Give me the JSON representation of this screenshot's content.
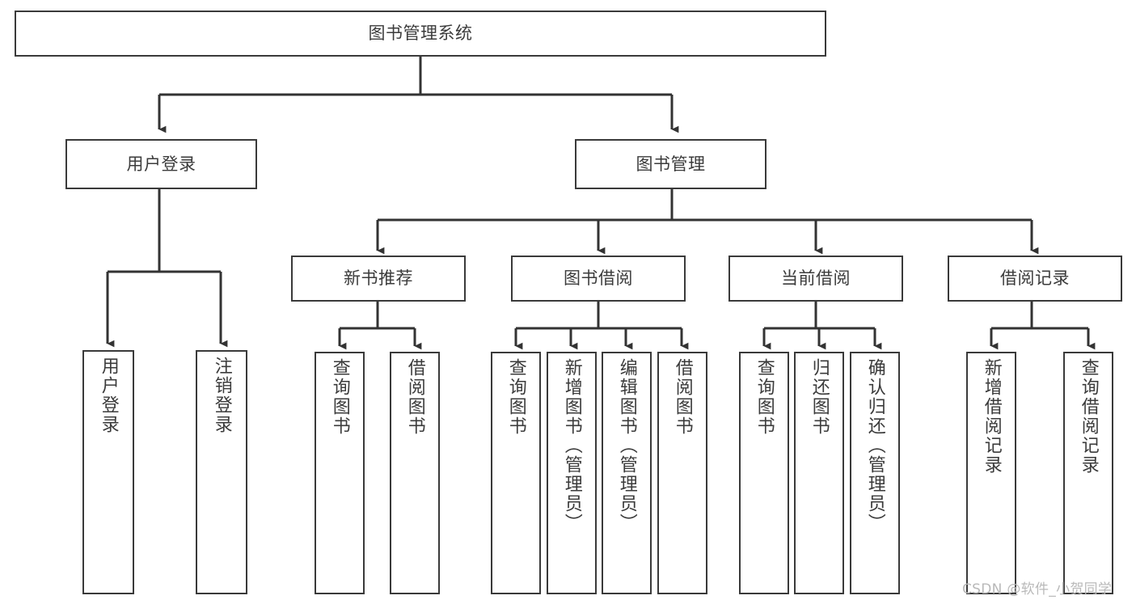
{
  "diagram": {
    "type": "tree",
    "title": "图书管理系统",
    "watermark": "CSDN @软件_小贺同学",
    "colors": {
      "box_border": "#3a3a3a",
      "box_fill": "#ffffff",
      "text": "#3b3b3b",
      "connector": "#333333",
      "watermark": "#b9b9b9",
      "background": "#ffffff"
    },
    "nodes": {
      "root": {
        "label": "图书管理系统"
      },
      "level2": [
        {
          "label": "用户登录"
        },
        {
          "label": "图书管理"
        }
      ],
      "level3": [
        {
          "label": "新书推荐"
        },
        {
          "label": "图书借阅"
        },
        {
          "label": "当前借阅"
        },
        {
          "label": "借阅记录"
        }
      ],
      "leaves": {
        "user_login": [
          {
            "label": "用户登录"
          },
          {
            "label": "注销登录"
          }
        ],
        "new_book": [
          {
            "label": "查询图书"
          },
          {
            "label": "借阅图书"
          }
        ],
        "book_borrow": [
          {
            "label": "查询图书"
          },
          {
            "label": "新增图书（管理员）"
          },
          {
            "label": "编辑图书（管理员）"
          },
          {
            "label": "借阅图书"
          }
        ],
        "current_borrow": [
          {
            "label": "查询图书"
          },
          {
            "label": "归还图书"
          },
          {
            "label": "确认归还（管理员）"
          }
        ],
        "borrow_record": [
          {
            "label": "新增借阅记录"
          },
          {
            "label": "查询借阅记录"
          }
        ]
      }
    }
  }
}
